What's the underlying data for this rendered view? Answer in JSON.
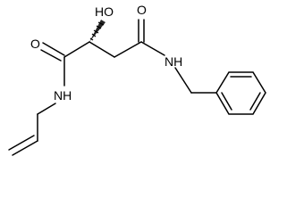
{
  "molecule": {
    "atoms": {
      "hydroxyl": "HO",
      "upper_carbonyl_oxygen": "O",
      "left_carbonyl_oxygen": "O",
      "right_amide_nitrogen": "NH",
      "left_amide_nitrogen": "NH"
    },
    "colors": {
      "bond": "#000000",
      "label": "#000000",
      "background": "#ffffff"
    }
  }
}
